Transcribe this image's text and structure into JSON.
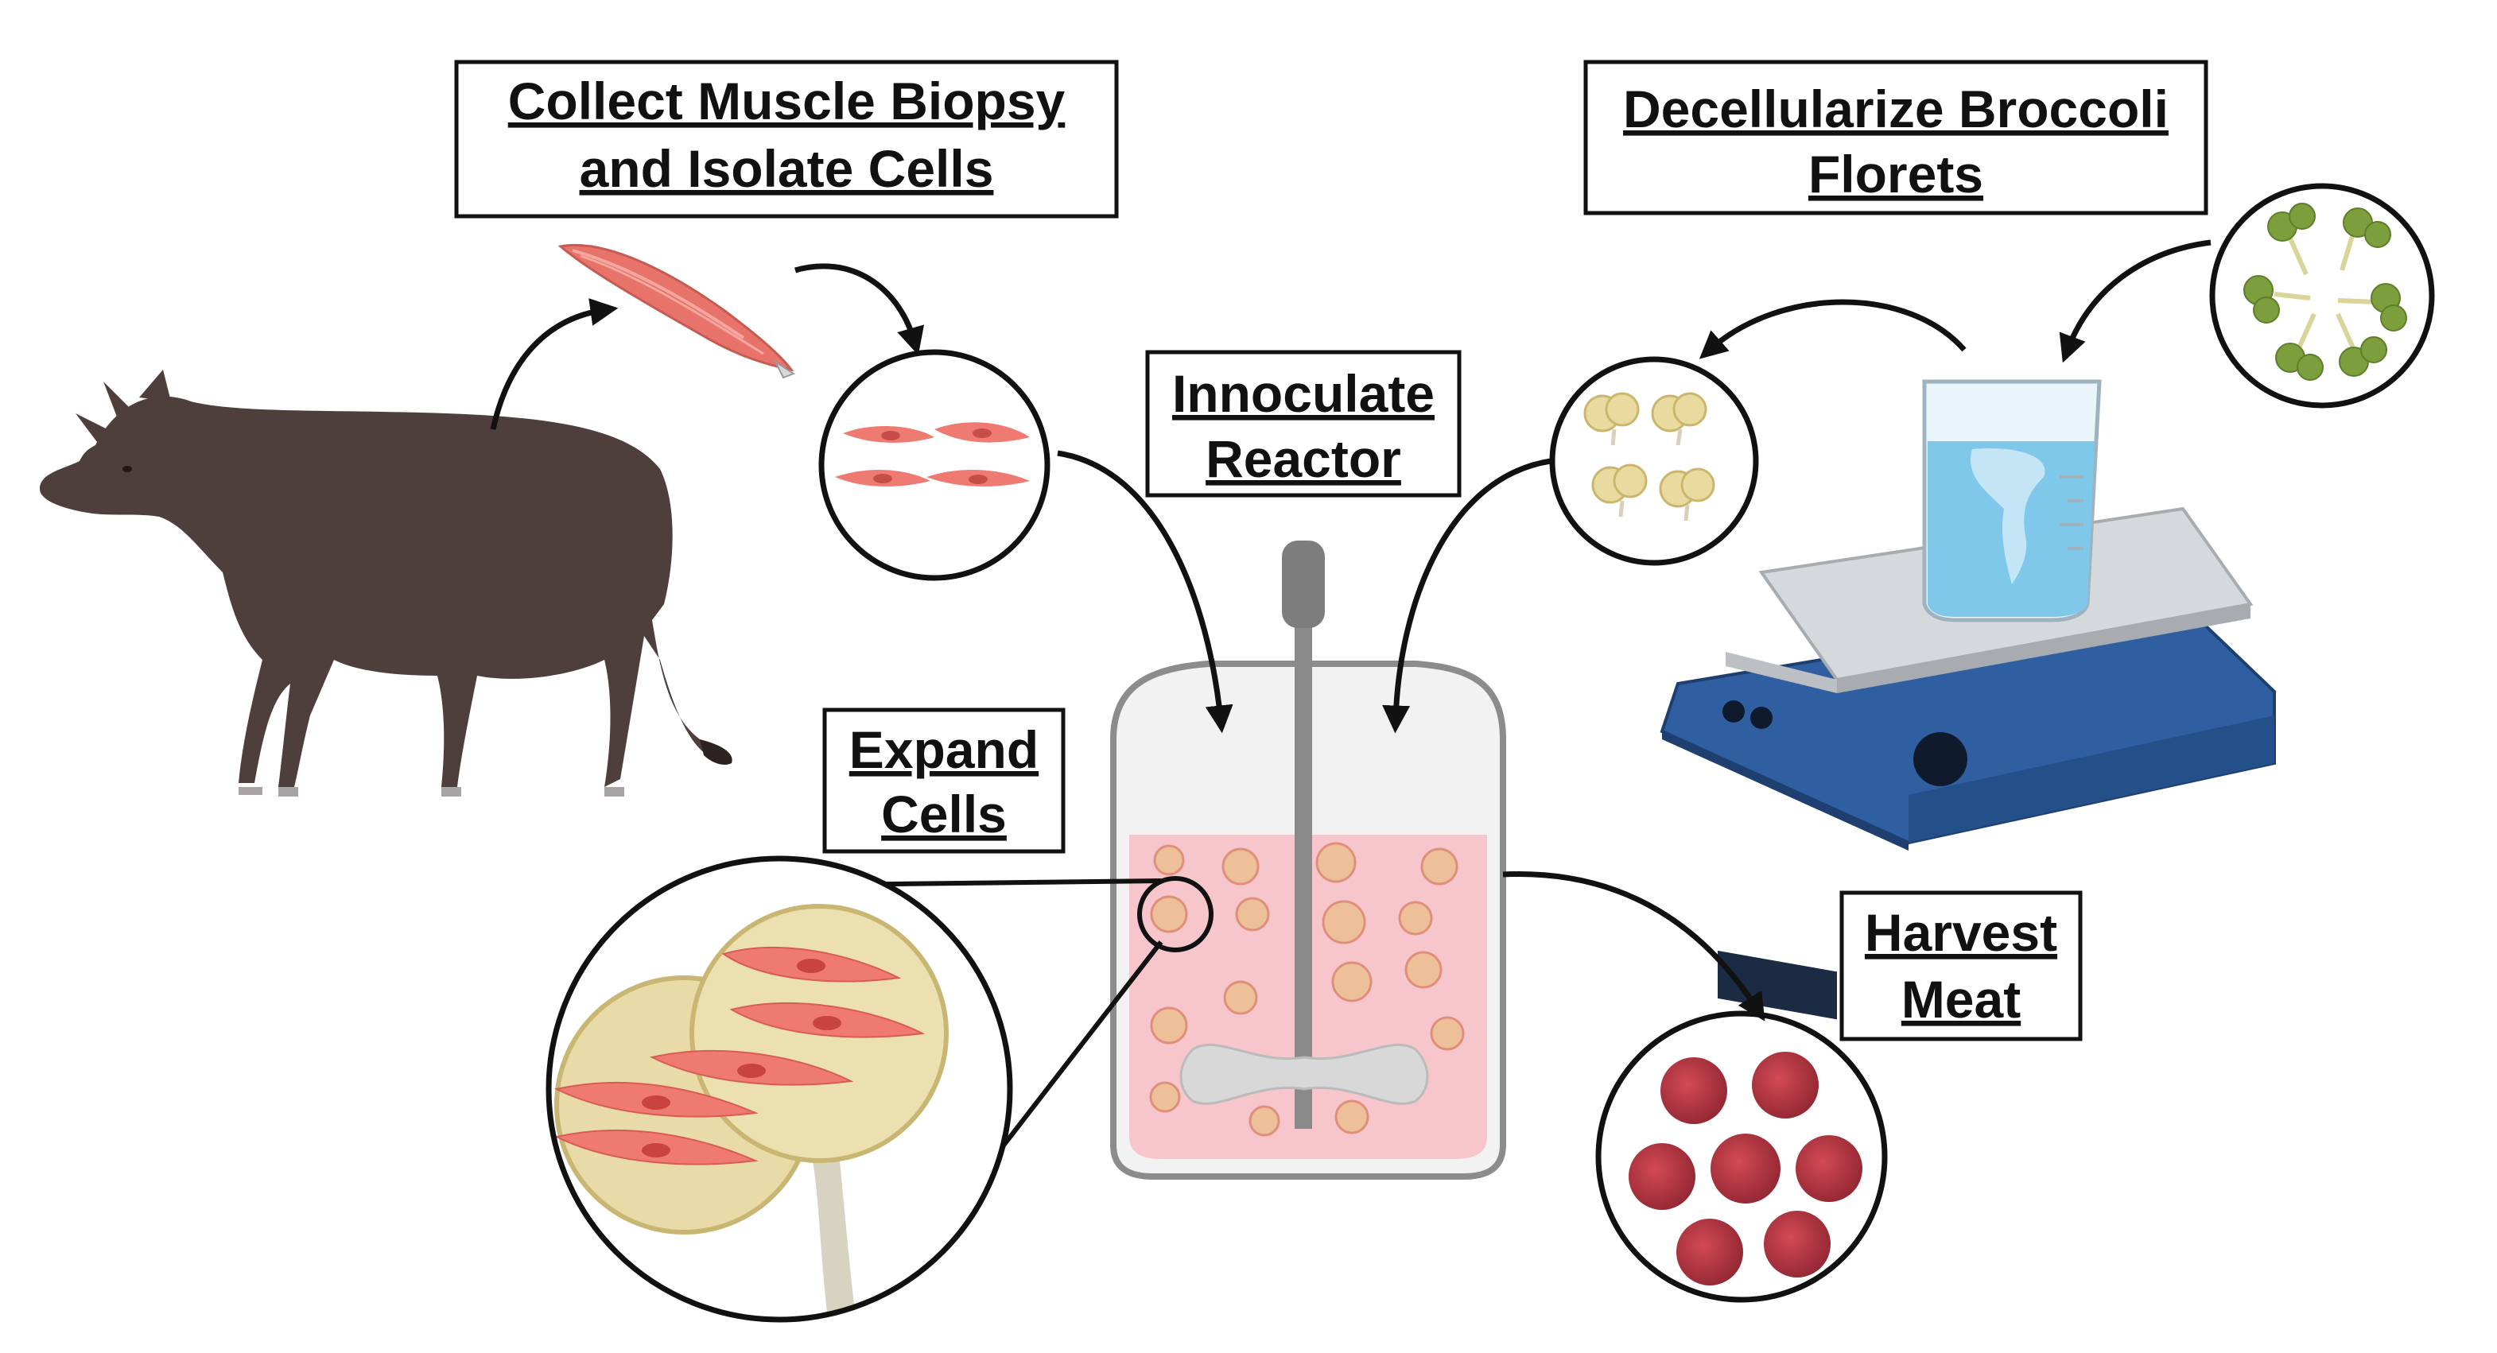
{
  "labels": {
    "collect_line1": "Collect Muscle Biopsy",
    "collect_line2": "and Isolate Cells",
    "decell_line1": "Decellularize Broccoli",
    "decell_line2": "Florets",
    "innoculate_line1": "Innoculate",
    "innoculate_line2": "Reactor",
    "expand_line1": "Expand",
    "expand_line2": "Cells",
    "harvest_line1": "Harvest",
    "harvest_line2": "Meat"
  },
  "colors": {
    "cow": "#4e3f3d",
    "muscle": "#e8736a",
    "reactor_medium": "#f7c6cc",
    "scaffold": "#e6d7a0",
    "broccoli": "#7c9e3c",
    "stirrer": "#2f5fa0",
    "meat": "#b8333f"
  },
  "icons": [
    "cow-icon",
    "muscle-icon",
    "cells-icon",
    "bioreactor-icon",
    "scaffold-icon",
    "broccoli-icon",
    "beaker-icon",
    "stirrer-icon",
    "meat-icon"
  ]
}
